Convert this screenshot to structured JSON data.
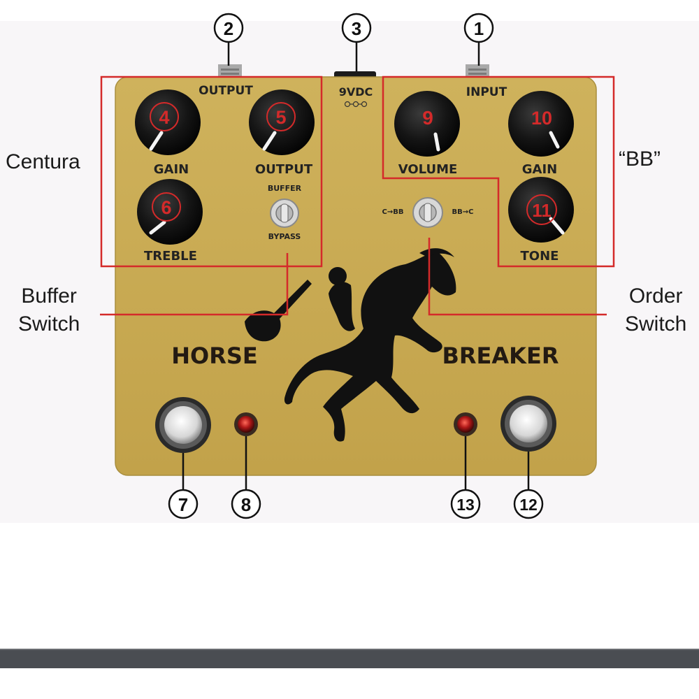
{
  "pedal": {
    "jack_labels": {
      "output": "OUTPUT",
      "input": "INPUT",
      "power": "9VDC"
    },
    "knob_labels": {
      "centura_gain": "GAIN",
      "centura_output": "OUTPUT",
      "centura_treble": "TREBLE",
      "bb_volume": "VOLUME",
      "bb_gain": "GAIN",
      "bb_tone": "TONE"
    },
    "buffer_switch_labels": {
      "top": "BUFFER",
      "bottom": "BYPASS"
    },
    "order_switch_labels": {
      "left": "C→BB",
      "right": "BB→C"
    },
    "brand_left": "HORSE",
    "brand_right": "BREAKER"
  },
  "callouts": {
    "c1": "1",
    "c2": "2",
    "c3": "3",
    "c4": "4",
    "c5": "5",
    "c6": "6",
    "c7": "7",
    "c8": "8",
    "c9": "9",
    "c10": "10",
    "c11": "11",
    "c12": "12",
    "c13": "13"
  },
  "side_labels": {
    "centura": "Centura",
    "bb": "“BB”",
    "buffer_switch": "Buffer\nSwitch",
    "order_switch": "Order\nSwitch"
  },
  "colors": {
    "enclosure": "#c9aa52",
    "annotation_red": "#d42a2a",
    "knob": "#151515",
    "led": "#b01818",
    "background": "#f8f6f8",
    "bottom_bar": "#4a4d52"
  }
}
